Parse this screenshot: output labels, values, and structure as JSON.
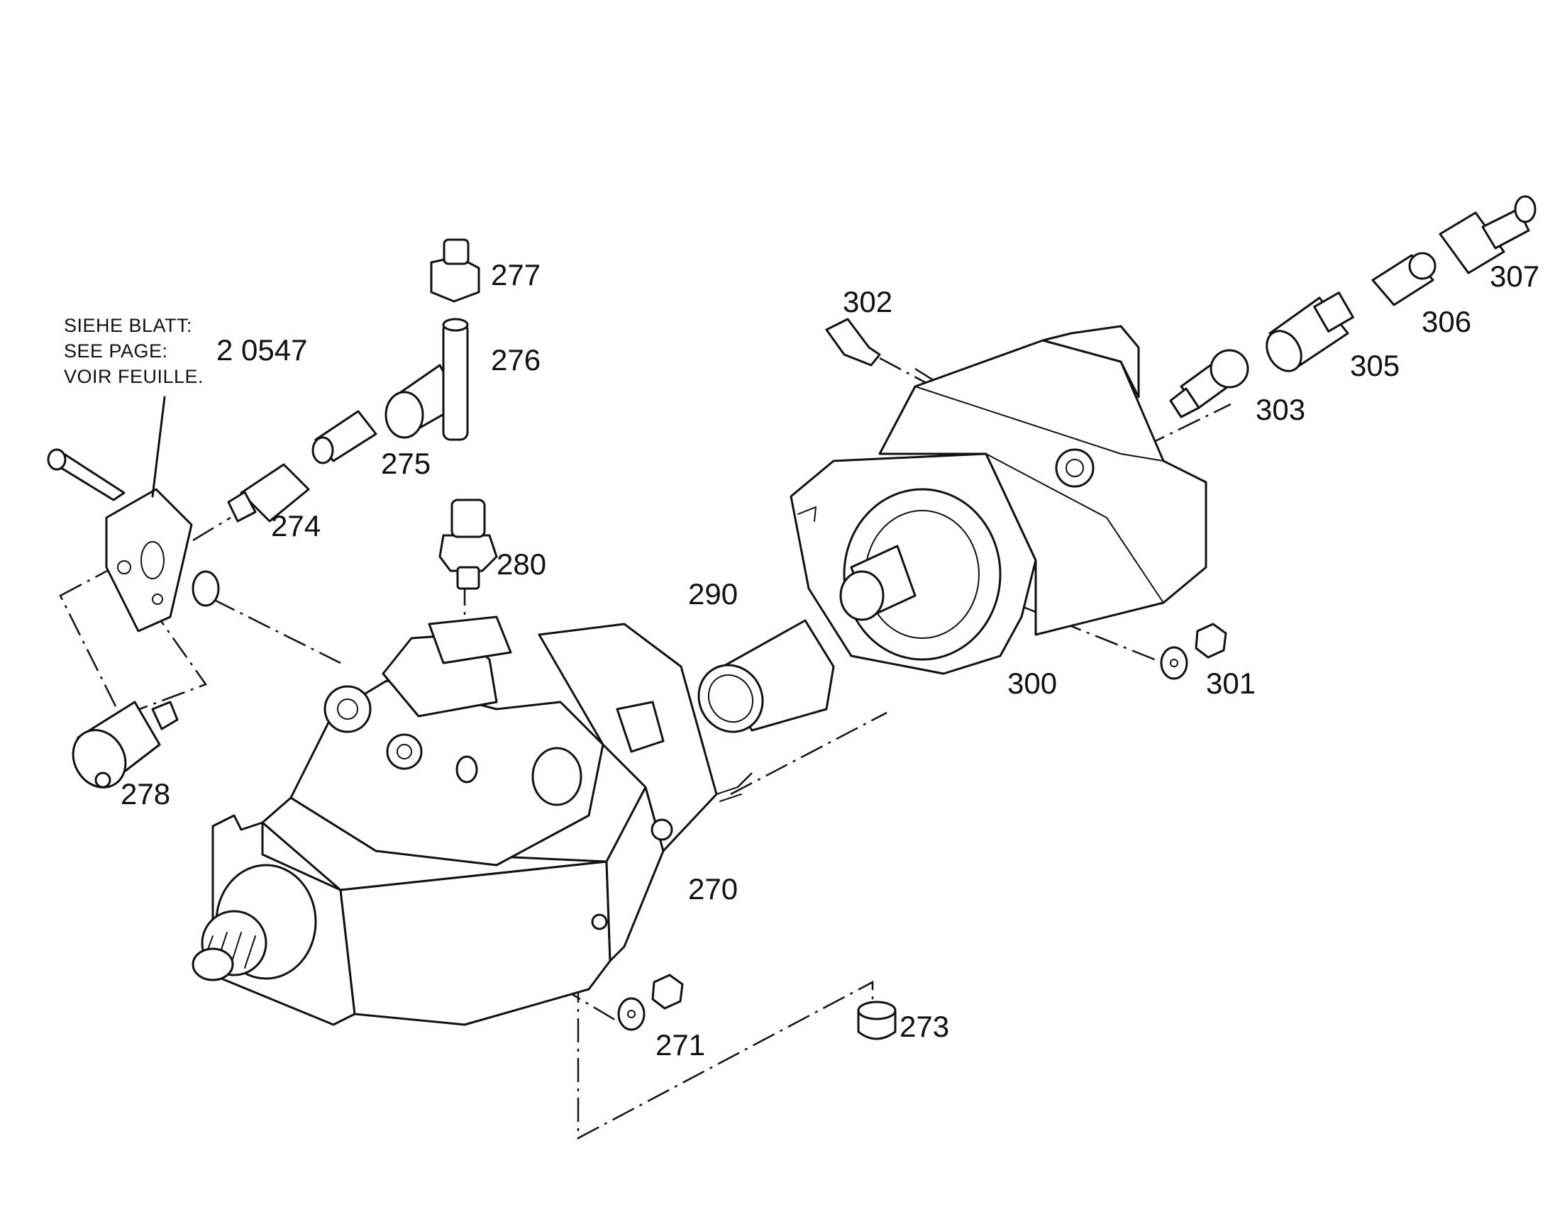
{
  "note": {
    "lines": [
      "SIEHE BLATT:",
      "SEE PAGE:",
      "VOIR FEUILLE."
    ],
    "page_ref": "2 0547"
  },
  "callouts": {
    "p270": "270",
    "p271": "271",
    "p273": "273",
    "p274": "274",
    "p275": "275",
    "p276": "276",
    "p277": "277",
    "p278": "278",
    "p280": "280",
    "p290": "290",
    "p300": "300",
    "p301": "301",
    "p302": "302",
    "p303": "303",
    "p305": "305",
    "p306": "306",
    "p307": "307"
  }
}
